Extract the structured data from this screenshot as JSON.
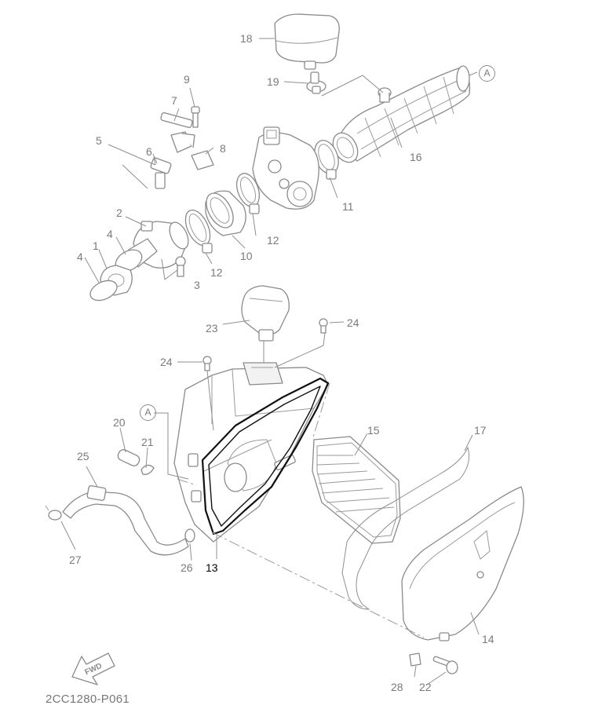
{
  "diagram": {
    "code": "2CC1280-P061",
    "fwd_label": "FWD",
    "ref_marker": "A",
    "highlight_color": "#000000",
    "line_color": "#8a8a8a",
    "labels": [
      {
        "id": "1",
        "text": "1"
      },
      {
        "id": "2",
        "text": "2"
      },
      {
        "id": "3",
        "text": "3"
      },
      {
        "id": "4a",
        "text": "4"
      },
      {
        "id": "4b",
        "text": "4"
      },
      {
        "id": "5",
        "text": "5"
      },
      {
        "id": "6",
        "text": "6"
      },
      {
        "id": "7",
        "text": "7"
      },
      {
        "id": "8",
        "text": "8"
      },
      {
        "id": "9",
        "text": "9"
      },
      {
        "id": "10",
        "text": "10"
      },
      {
        "id": "11",
        "text": "11"
      },
      {
        "id": "12a",
        "text": "12"
      },
      {
        "id": "12b",
        "text": "12"
      },
      {
        "id": "13",
        "text": "13"
      },
      {
        "id": "14",
        "text": "14"
      },
      {
        "id": "15",
        "text": "15"
      },
      {
        "id": "16",
        "text": "16"
      },
      {
        "id": "17",
        "text": "17"
      },
      {
        "id": "18",
        "text": "18"
      },
      {
        "id": "19",
        "text": "19"
      },
      {
        "id": "20",
        "text": "20"
      },
      {
        "id": "21",
        "text": "21"
      },
      {
        "id": "22",
        "text": "22"
      },
      {
        "id": "23",
        "text": "23"
      },
      {
        "id": "24a",
        "text": "24"
      },
      {
        "id": "24b",
        "text": "24"
      },
      {
        "id": "25",
        "text": "25"
      },
      {
        "id": "26",
        "text": "26"
      },
      {
        "id": "27",
        "text": "27"
      },
      {
        "id": "28",
        "text": "28"
      }
    ]
  }
}
